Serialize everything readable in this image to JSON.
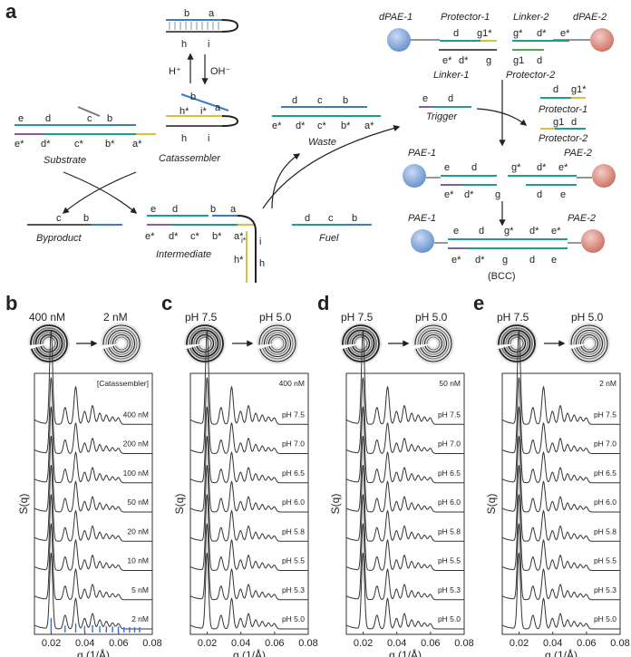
{
  "panel_labels": [
    "a",
    "b",
    "c",
    "d",
    "e"
  ],
  "schematic": {
    "center_labels": [
      "Substrate",
      "Catassembler",
      "Byproduct",
      "Intermediate",
      "Fuel",
      "Waste"
    ],
    "right_labels": [
      "dPAE-1",
      "Protector-1",
      "Linker-2",
      "dPAE-2",
      "Linker-1",
      "Protector-2",
      "Trigger",
      "Protector-1",
      "Protector-2",
      "PAE-1",
      "PAE-2",
      "PAE-1",
      "PAE-2",
      "(BCC)"
    ],
    "ph_arrows": [
      "H⁺",
      "OH⁻"
    ],
    "domain_labels": {
      "catassembler_top": [
        "b",
        "a",
        "h",
        "i"
      ],
      "catassembler_mid": [
        "b",
        "a",
        "h*",
        "i*",
        "h",
        "i"
      ],
      "substrate": [
        "e",
        "d",
        "c",
        "b",
        "e*",
        "d*",
        "c*",
        "b*",
        "a*"
      ],
      "waste": [
        "d",
        "c",
        "b",
        "e*",
        "d*",
        "c*",
        "b*",
        "a*"
      ],
      "byproduct": [
        "c",
        "b"
      ],
      "intermediate": [
        "e",
        "d",
        "b",
        "a",
        "e*",
        "d*",
        "c*",
        "b*",
        "a*",
        "i*",
        "h*",
        "i",
        "h"
      ],
      "fuel": [
        "d",
        "c",
        "b"
      ],
      "dpae": [
        "d",
        "g1*",
        "g*",
        "d*",
        "e*",
        "e*",
        "d*",
        "g",
        "g1",
        "d"
      ],
      "trigger": [
        "e",
        "d"
      ],
      "protectors": [
        "d",
        "g1*",
        "g1",
        "d"
      ],
      "pae_mid": [
        "e",
        "d",
        "g*",
        "d*",
        "e*",
        "e*",
        "d*",
        "g",
        "d",
        "e"
      ],
      "bcc": [
        "e",
        "d",
        "g*",
        "d*",
        "e*",
        "e*",
        "d*",
        "g",
        "d",
        "e"
      ]
    }
  },
  "chart_data": [
    {
      "panel": "b",
      "type": "line",
      "title_left": "400 nM",
      "title_right": "2 nM",
      "legend_header": "[Catassembler]",
      "xlabel": "q (1/Å)",
      "ylabel": "S(q)",
      "xlim": [
        0.01,
        0.08
      ],
      "xticks": [
        "0.02",
        "0.04",
        "0.06",
        "0.08"
      ],
      "peaks_q": [
        0.0199,
        0.0282,
        0.0345,
        0.0398,
        0.0445,
        0.0488,
        0.0527,
        0.0564,
        0.0598
      ],
      "peak_heights": [
        1.0,
        0.18,
        0.4,
        0.14,
        0.2,
        0.12,
        0.1,
        0.08,
        0.07
      ],
      "series": [
        {
          "name": "400 nM"
        },
        {
          "name": "200 nM"
        },
        {
          "name": "100 nM"
        },
        {
          "name": "50 nM"
        },
        {
          "name": "20 nM"
        },
        {
          "name": "10 nM"
        },
        {
          "name": "5 nM"
        },
        {
          "name": "2 nM"
        }
      ],
      "reference_sticks": true
    },
    {
      "panel": "c",
      "type": "line",
      "title_left": "pH 7.5",
      "title_right": "pH 5.0",
      "legend_header": "400 nM",
      "xlabel": "q (1/Å)",
      "ylabel": "S(q)",
      "xlim": [
        0.01,
        0.08
      ],
      "xticks": [
        "0.02",
        "0.04",
        "0.06",
        "0.08"
      ],
      "peaks_q": [
        0.0199,
        0.0282,
        0.0345,
        0.0398,
        0.0445,
        0.0488,
        0.0527,
        0.0564,
        0.0598
      ],
      "peak_heights": [
        1.0,
        0.18,
        0.4,
        0.14,
        0.2,
        0.12,
        0.1,
        0.08,
        0.07
      ],
      "series": [
        {
          "name": "pH 7.5"
        },
        {
          "name": "pH 7.0"
        },
        {
          "name": "pH 6.5"
        },
        {
          "name": "pH 6.0"
        },
        {
          "name": "pH 5.8"
        },
        {
          "name": "pH 5.5"
        },
        {
          "name": "pH 5.3"
        },
        {
          "name": "pH 5.0"
        }
      ]
    },
    {
      "panel": "d",
      "type": "line",
      "title_left": "pH 7.5",
      "title_right": "pH 5.0",
      "legend_header": "50 nM",
      "xlabel": "q (1/Å)",
      "ylabel": "S(q)",
      "xlim": [
        0.01,
        0.08
      ],
      "xticks": [
        "0.02",
        "0.04",
        "0.06",
        "0.08"
      ],
      "peaks_q": [
        0.0199,
        0.0282,
        0.0345,
        0.0398,
        0.0445,
        0.0488,
        0.0527,
        0.0564,
        0.0598
      ],
      "peak_heights": [
        1.0,
        0.18,
        0.4,
        0.14,
        0.2,
        0.12,
        0.1,
        0.08,
        0.07
      ],
      "series": [
        {
          "name": "pH 7.5"
        },
        {
          "name": "pH 7.0"
        },
        {
          "name": "pH 6.5"
        },
        {
          "name": "pH 6.0"
        },
        {
          "name": "pH 5.8"
        },
        {
          "name": "pH 5.5"
        },
        {
          "name": "pH 5.3"
        },
        {
          "name": "pH 5.0"
        }
      ]
    },
    {
      "panel": "e",
      "type": "line",
      "title_left": "pH 7.5",
      "title_right": "pH 5.0",
      "legend_header": "2 nM",
      "xlabel": "q (1/Å)",
      "ylabel": "S(q)",
      "xlim": [
        0.01,
        0.08
      ],
      "xticks": [
        "0.02",
        "0.04",
        "0.06",
        "0.08"
      ],
      "peaks_q": [
        0.0199,
        0.0282,
        0.0345,
        0.0398,
        0.0445,
        0.0488,
        0.0527,
        0.0564,
        0.0598
      ],
      "peak_heights": [
        1.0,
        0.18,
        0.4,
        0.14,
        0.2,
        0.12,
        0.1,
        0.08,
        0.07
      ],
      "series": [
        {
          "name": "pH 7.5"
        },
        {
          "name": "pH 7.0"
        },
        {
          "name": "pH 6.5"
        },
        {
          "name": "pH 6.0"
        },
        {
          "name": "pH 5.8"
        },
        {
          "name": "pH 5.5"
        },
        {
          "name": "pH 5.3"
        },
        {
          "name": "pH 5.0"
        }
      ]
    }
  ],
  "colors": {
    "teal": "#1a9e8f",
    "blue": "#3a7cc9",
    "purple": "#8a5aa8",
    "yellow": "#d9c23a",
    "green": "#4aa84a",
    "particle_blue": "#8fb0dc",
    "particle_red": "#d98a80",
    "stick_blue": "#3a6fd0"
  }
}
